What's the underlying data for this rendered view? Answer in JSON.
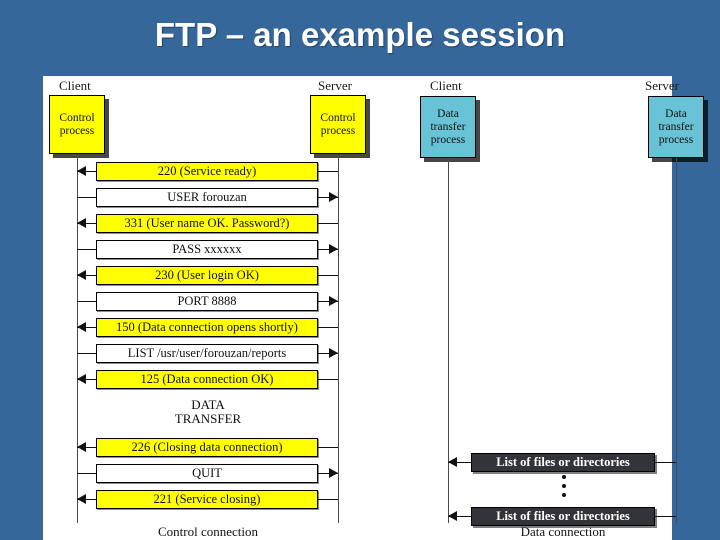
{
  "slide": {
    "title": "FTP – an example session",
    "background_color": "#35679b",
    "panel_color": "#ffffff"
  },
  "colors": {
    "server_message": "#ffff00",
    "client_message": "#ffffff",
    "data_message": "#33333a",
    "control_process": "#ffff00",
    "data_process": "#69c3d6",
    "title_text": "#ffffff"
  },
  "control_connection": {
    "caption": "Control connection",
    "left_endpoint_label": "Client",
    "right_endpoint_label": "Server",
    "left_process": {
      "line1": "Control",
      "line2": "process"
    },
    "right_process": {
      "line1": "Control",
      "line2": "process"
    },
    "middle_note": "DATA\nTRANSFER",
    "messages": [
      {
        "text": "220 (Service ready)",
        "direction": "server-to-client"
      },
      {
        "text": "USER forouzan",
        "direction": "client-to-server"
      },
      {
        "text": "331 (User name OK. Password?)",
        "direction": "server-to-client"
      },
      {
        "text": "PASS xxxxxx",
        "direction": "client-to-server"
      },
      {
        "text": "230 (User login OK)",
        "direction": "server-to-client"
      },
      {
        "text": "PORT 8888",
        "direction": "client-to-server"
      },
      {
        "text": "150 (Data connection opens shortly)",
        "direction": "server-to-client"
      },
      {
        "text": "LIST /usr/user/forouzan/reports",
        "direction": "client-to-server"
      },
      {
        "text": "125 (Data connection OK)",
        "direction": "server-to-client"
      },
      {
        "text": "226 (Closing data connection)",
        "direction": "server-to-client"
      },
      {
        "text": "QUIT",
        "direction": "client-to-server"
      },
      {
        "text": "221 (Service closing)",
        "direction": "server-to-client"
      }
    ]
  },
  "data_connection": {
    "caption": "Data connection",
    "left_endpoint_label": "Client",
    "right_endpoint_label": "Server",
    "left_process": {
      "line1": "Data",
      "line2": "transfer",
      "line3": "process"
    },
    "right_process": {
      "line1": "Data",
      "line2": "transfer",
      "line3": "process"
    },
    "messages": [
      {
        "text": "List of files or directories",
        "direction": "server-to-client"
      },
      {
        "text": "List of files or directories",
        "direction": "server-to-client"
      }
    ],
    "ellipsis": "vertical-ellipsis"
  }
}
